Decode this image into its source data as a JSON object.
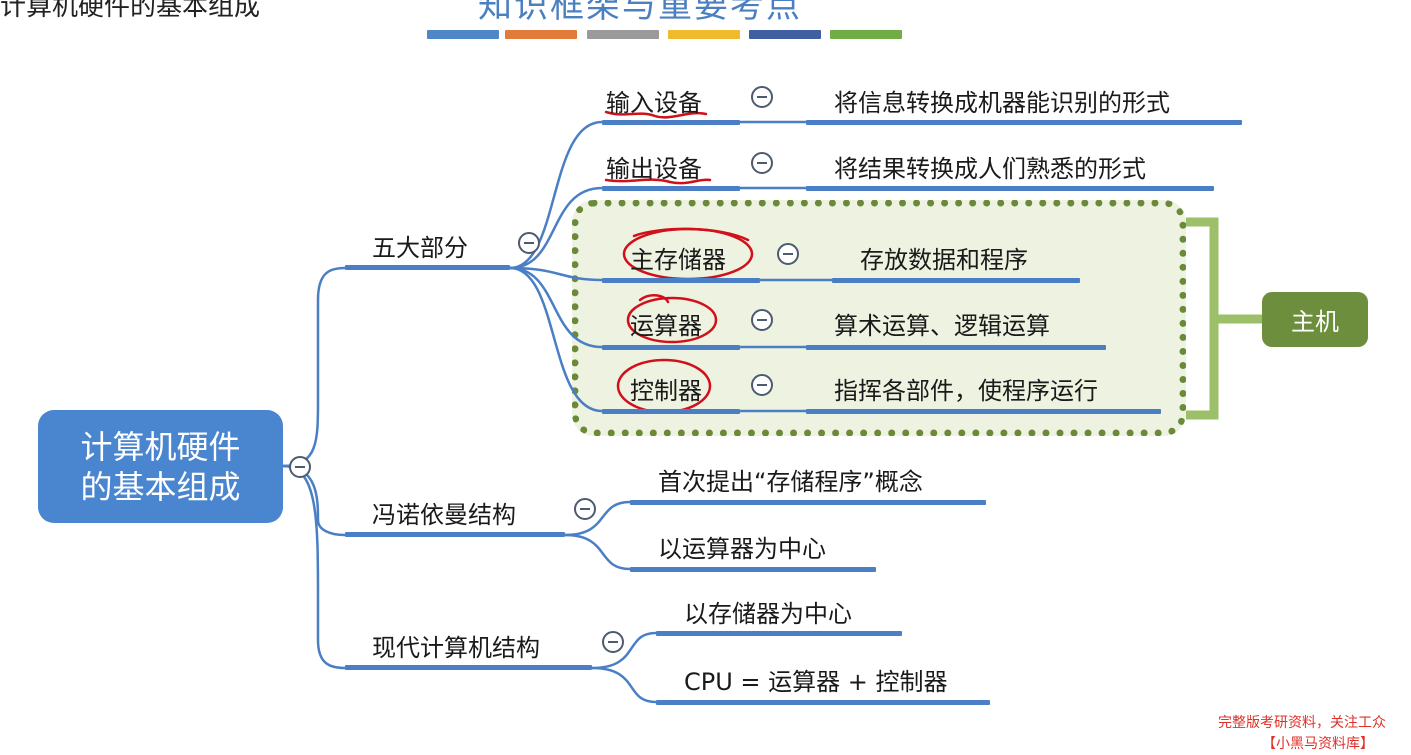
{
  "header": {
    "partial_left_text": "计算机硬件的基本组成",
    "partial_title": "知识框架与重要考点",
    "color_bar_colors": [
      "#4f86c6",
      "#e07b39",
      "#9a9a9a",
      "#efbb2c",
      "#3f5fa0",
      "#70ad47"
    ]
  },
  "mindmap": {
    "root": {
      "line1": "计算机硬件",
      "line2": "的基本组成"
    },
    "branches": [
      {
        "label": "五大部分",
        "children": [
          {
            "label": "输入设备",
            "description": "将信息转换成机器能识别的形式"
          },
          {
            "label": "输出设备",
            "description": "将结果转换成人们熟悉的形式"
          },
          {
            "label": "主存储器",
            "description": "存放数据和程序"
          },
          {
            "label": "运算器",
            "description": "算术运算、逻辑运算"
          },
          {
            "label": "控制器",
            "description": "指挥各部件，使程序运行"
          }
        ]
      },
      {
        "label": "冯诺依曼结构",
        "children": [
          {
            "label": "首次提出“存储程序”概念"
          },
          {
            "label": "以运算器为中心"
          }
        ]
      },
      {
        "label": "现代计算机结构",
        "children": [
          {
            "label": "以存储器为中心"
          },
          {
            "label": "CPU = 运算器 + 控制器"
          }
        ]
      }
    ],
    "group": {
      "label": "主机"
    }
  },
  "watermark": {
    "line1": "完整版考研资料，关注工众",
    "line2": "【小黑马资料库】"
  },
  "colors": {
    "root_bg": "#4a86cf",
    "group_bg": "#6d8f3d",
    "underline": "#4a7fc6",
    "pen_annotation": "#d0101a"
  }
}
